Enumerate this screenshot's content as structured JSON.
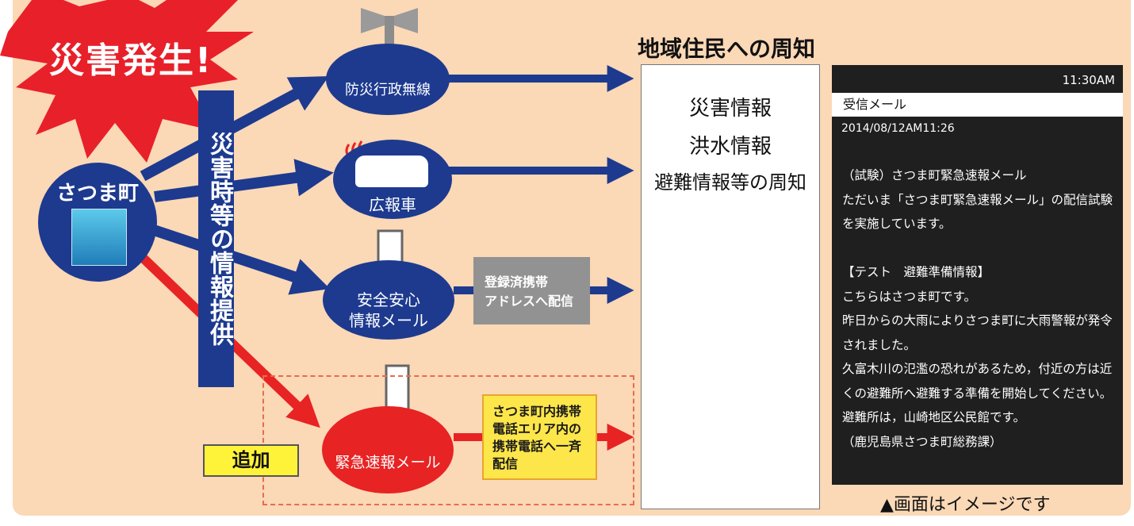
{
  "burst": {
    "text": "災害発生!",
    "color": "#e8202a"
  },
  "town": {
    "label": "さつま町"
  },
  "banner": {
    "text": "災害時等の情報提供"
  },
  "channels": {
    "musen": "防災行政無線",
    "car": "広報車",
    "anzen_line1": "安全安心",
    "anzen_line2": "情報メール",
    "kinkyu": "緊急速報メール"
  },
  "gray_box": {
    "line1": "登録済携帯",
    "line2": "アドレスへ配信"
  },
  "yellow_box": {
    "line1": "さつま町内携帯",
    "line2": "電話エリア内の",
    "line3": "携帯電話へ一斉",
    "line4": "配信"
  },
  "add_badge": "追加",
  "notice": {
    "heading": "地域住民への周知",
    "line1": "災害情報",
    "line2": "洪水情報",
    "line3": "避難情報等の周知"
  },
  "phone": {
    "time": "11:30AM",
    "received": "受信メール",
    "date": "2014/08/12AM11:26",
    "body": "（試験）さつま町緊急速報メール\nただいま「さつま町緊急速報メール」の配信試験を実施しています。\n\n【テスト　避難準備情報】\nこちらはさつま町です。\n昨日からの大雨によりさつま町に大雨警報が発令されました。\n久富木川の氾濫の恐れがあるため，付近の方は近くの避難所へ避難する準備を開始してください。\n避難所は，山崎地区公民館です。\n（鹿児島県さつま町総務課）"
  },
  "caption": "▲画面はイメージです",
  "colors": {
    "navy": "#1d3a8f",
    "red": "#e82323",
    "background": "#fbd8b6"
  }
}
